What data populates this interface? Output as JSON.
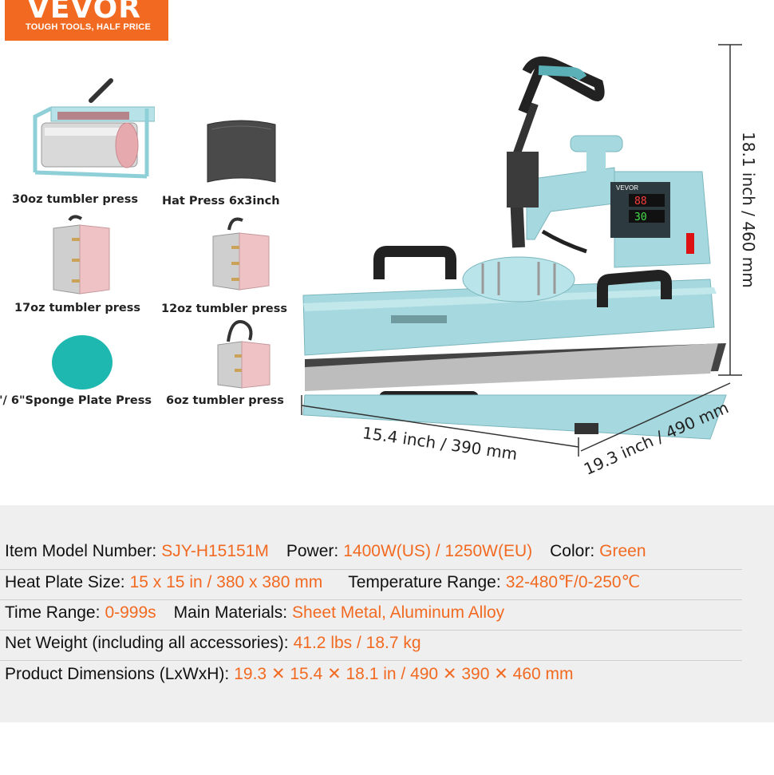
{
  "brand": {
    "name": "VEVOR",
    "tagline": "TOUGH TOOLS, HALF PRICE",
    "color": "#f26a21"
  },
  "accessories": [
    {
      "label": "30oz tumbler press"
    },
    {
      "label": "Hat Press 6x3inch"
    },
    {
      "label": "17oz tumbler press"
    },
    {
      "label": "12oz tumbler press"
    },
    {
      "label": "\"/ 6\"Sponge Plate Press"
    },
    {
      "label": "6oz tumbler press"
    }
  ],
  "machine": {
    "panel_brand": "VEVOR",
    "display_top": "88",
    "display_bottom": "30"
  },
  "dimensions": {
    "height": "18.1 inch / 460 mm",
    "width": "15.4 inch / 390 mm",
    "depth": "19.3 inch / 490 mm"
  },
  "specs": {
    "row1": [
      {
        "key": "Item Model Number:",
        "value": "SJY-H15151M"
      },
      {
        "key": "Power:",
        "value": "1400W(US) / 1250W(EU)"
      },
      {
        "key": "Color:",
        "value": "Green"
      }
    ],
    "row2": [
      {
        "key": "Heat Plate Size:",
        "value": "15 x 15 in / 380 x 380 mm"
      },
      {
        "key": "Temperature Range:",
        "value": "32-480℉/0-250℃"
      }
    ],
    "row3": [
      {
        "key": "Time Range:",
        "value": "0-999s"
      },
      {
        "key": "Main Materials:",
        "value": "Sheet Metal, Aluminum Alloy"
      }
    ],
    "row4": [
      {
        "key": "Net Weight (including all accessories):",
        "value": "41.2 lbs / 18.7 kg"
      }
    ],
    "row5": [
      {
        "key": "Product Dimensions (LxWxH):",
        "value": "19.3 ✕ 15.4 ✕ 18.1 in / 490 ✕ 390 ✕ 460 mm"
      }
    ]
  },
  "colors": {
    "machine": "#a9dde3",
    "accent": "#f26a21",
    "spec_bg": "#efefef"
  }
}
